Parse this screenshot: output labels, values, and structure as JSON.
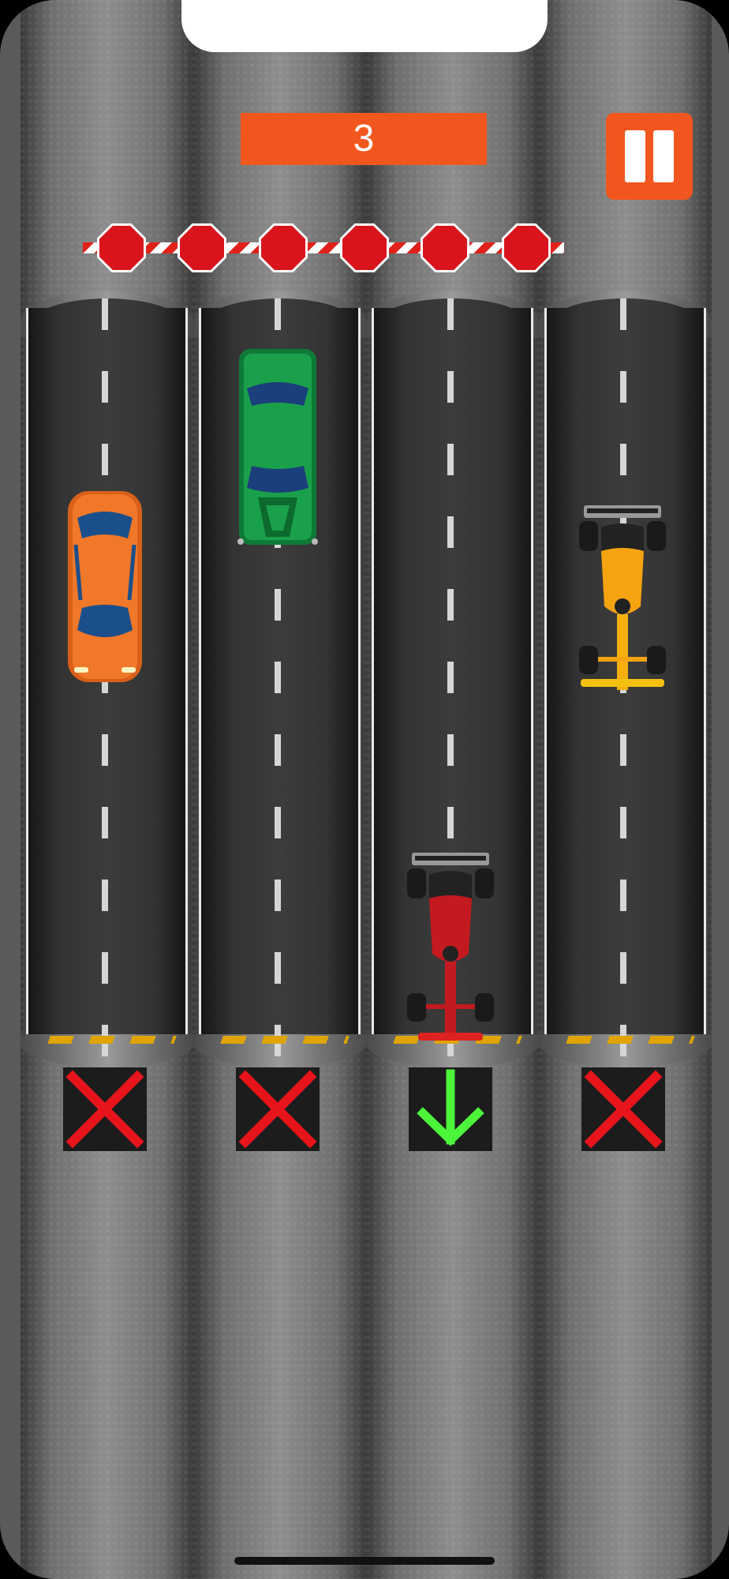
{
  "hud": {
    "score": "3",
    "pause_icon": "pause-icon"
  },
  "colors": {
    "accent": "#f2561f",
    "stop": "#d9141d",
    "go": "#4cf53a",
    "blocked": "#e8141b"
  },
  "barrier": {
    "signs": [
      "stop-sign",
      "stop-sign",
      "stop-sign",
      "stop-sign",
      "stop-sign",
      "stop-sign"
    ]
  },
  "lanes": [
    {
      "signal": "blocked-x-icon",
      "vehicle": "orange-sedan"
    },
    {
      "signal": "blocked-x-icon",
      "vehicle": "green-coupe"
    },
    {
      "signal": "go-down-arrow-icon",
      "vehicle": "red-formula-car"
    },
    {
      "signal": "blocked-x-icon",
      "vehicle": "yellow-formula-car"
    }
  ]
}
